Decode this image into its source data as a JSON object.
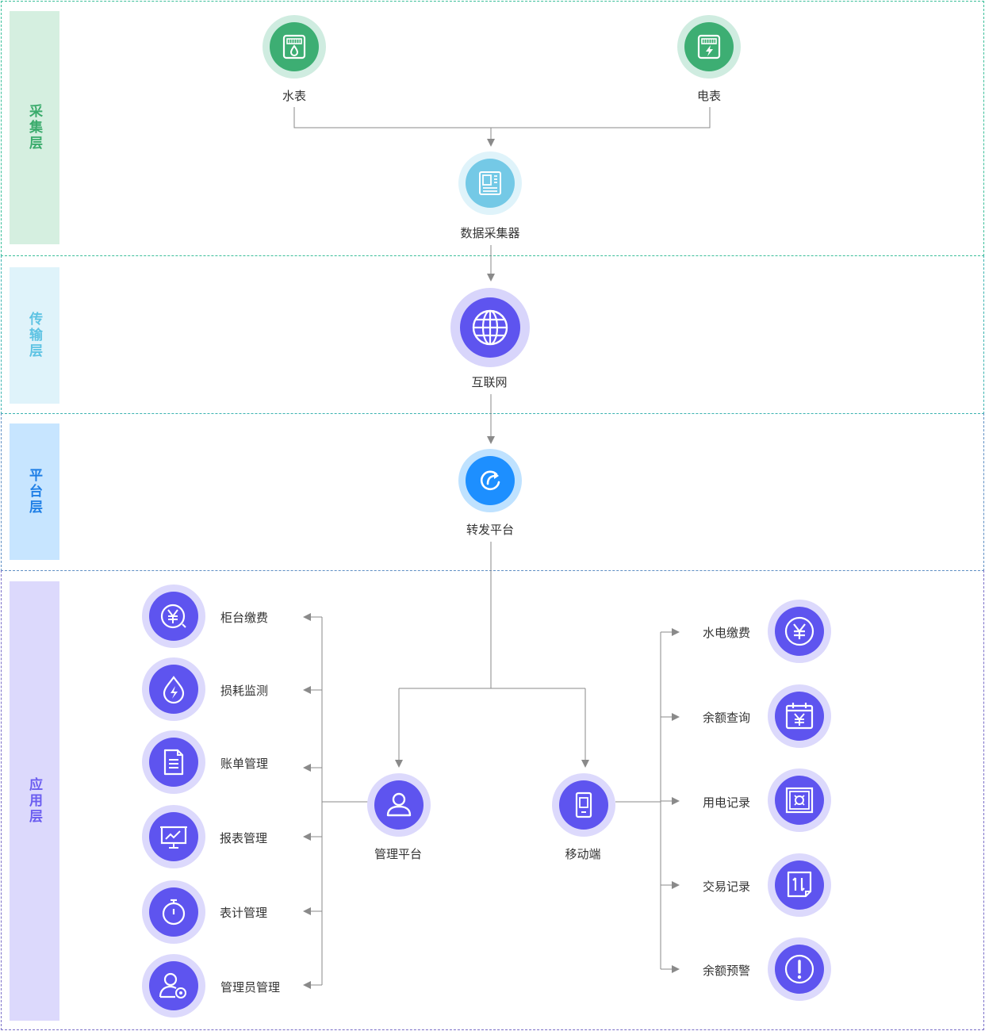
{
  "layers": [
    {
      "label": "采集层",
      "color": "#3aab6c",
      "bg": "#d5efe0",
      "border": "#3bbf9a"
    },
    {
      "label": "传输层",
      "color": "#5ec3e3",
      "bg": "#dff3fa",
      "border": "#3bb3b0"
    },
    {
      "label": "平台层",
      "color": "#1f7fe6",
      "bg": "#c7e5ff",
      "border": "#5f8fc4"
    },
    {
      "label": "应用层",
      "color": "#6b5df0",
      "bg": "#dcd9fc",
      "border": "#7a6fc8"
    }
  ],
  "nodes": {
    "water_meter": {
      "label": "水表",
      "icon": "water-meter-icon",
      "color": "#3dae73",
      "halo": "#cfece0"
    },
    "power_meter": {
      "label": "电表",
      "icon": "electric-meter-icon",
      "color": "#3dae73",
      "halo": "#cfece0"
    },
    "collector": {
      "label": "数据采集器",
      "icon": "data-collector-icon",
      "color": "#74c9e6",
      "halo": "#dff3fa"
    },
    "internet": {
      "label": "互联网",
      "icon": "globe-icon",
      "color": "#5e54ef",
      "halo": "#d8d5fb"
    },
    "relay": {
      "label": "转发平台",
      "icon": "relay-icon",
      "color": "#1d8fff",
      "halo": "#bfe2ff"
    },
    "admin_platform": {
      "label": "管理平台",
      "icon": "user-icon",
      "color": "#5e54ef",
      "halo": "#dcd9fc"
    },
    "mobile": {
      "label": "移动端",
      "icon": "mobile-icon",
      "color": "#5e54ef",
      "halo": "#dcd9fc"
    }
  },
  "left_items": [
    {
      "label": "柜台缴费",
      "icon": "yen-icon"
    },
    {
      "label": "损耗监测",
      "icon": "energy-drop-icon"
    },
    {
      "label": "账单管理",
      "icon": "document-icon"
    },
    {
      "label": "报表管理",
      "icon": "chart-board-icon"
    },
    {
      "label": "表计管理",
      "icon": "stopwatch-icon"
    },
    {
      "label": "管理员管理",
      "icon": "user-settings-icon"
    }
  ],
  "right_items": [
    {
      "label": "水电缴费",
      "icon": "yen-circle-icon"
    },
    {
      "label": "余额查询",
      "icon": "calendar-yen-icon"
    },
    {
      "label": "用电记录",
      "icon": "safe-icon"
    },
    {
      "label": "交易记录",
      "icon": "transfer-icon"
    },
    {
      "label": "余额预警",
      "icon": "alert-icon"
    }
  ],
  "colors": {
    "app_icon": "#5e54ef",
    "app_halo": "#dcd9fc",
    "line": "#8a8a8a"
  }
}
